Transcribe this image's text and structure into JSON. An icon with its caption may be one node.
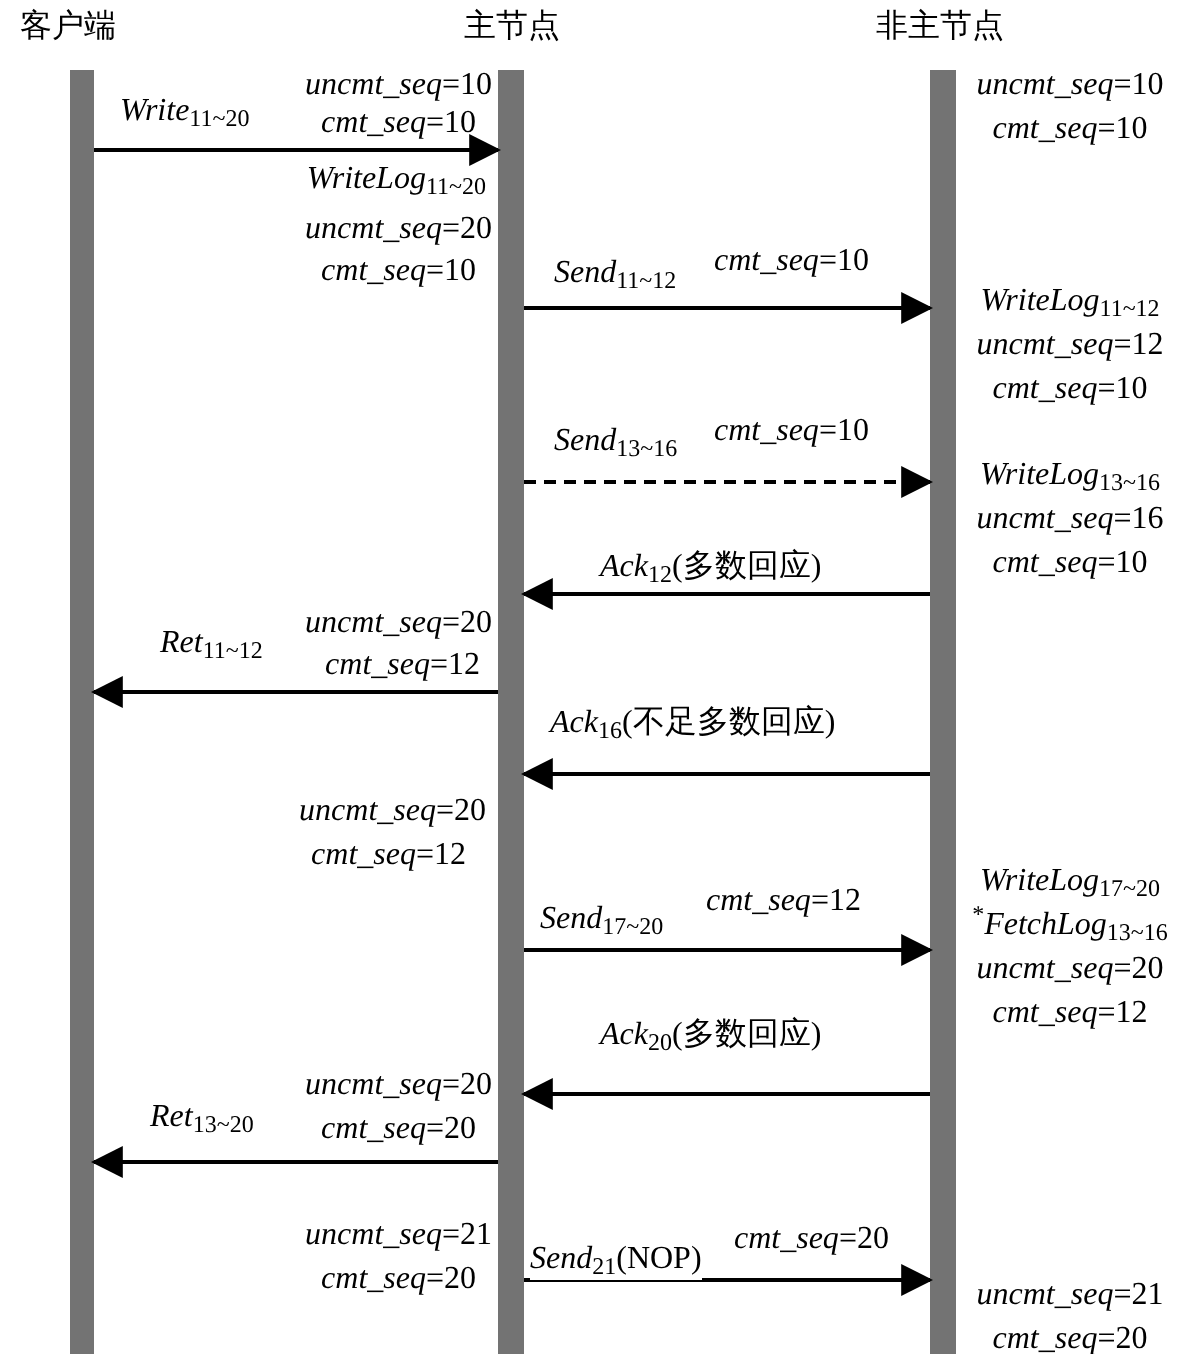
{
  "diagram": {
    "nodes": [
      {
        "text": [
          "客户端"
        ]
      },
      {
        "text": [
          "主节点"
        ]
      },
      {
        "text": [
          "非主节点"
        ]
      }
    ],
    "edges": [
      {
        "from": 0,
        "to": 1,
        "arrow": "to",
        "label": "*Write*$_{11~20}$"
      },
      {
        "from": 1,
        "to": 2,
        "arrow": "to",
        "label": "*Send*$_{11~12}$"
      },
      {
        "from": 1,
        "to": 2,
        "arrow": "to",
        "label": "*Send*$_{13~16}$",
        "style": "dashed"
      },
      {
        "from": 2,
        "to": 1,
        "arrow": "to",
        "label": "*Ack*$_{12}$(多数回应)"
      },
      {
        "from": 1,
        "to": 0,
        "arrow": "to",
        "label": "*Ret*$_{11~12}$"
      },
      {
        "from": 2,
        "to": 1,
        "arrow": "to",
        "label": "*Ack*$_{16}$(不足多数回应)"
      },
      {
        "from": 1,
        "to": 2,
        "arrow": "to",
        "label": "*Send*$_{17~20}$"
      },
      {
        "from": 2,
        "to": 1,
        "arrow": "to",
        "label": "*Ack*$_{20}$(多数回应)"
      },
      {
        "from": 1,
        "to": 0,
        "arrow": "to",
        "label": "*Ret*$_{13~20}$"
      },
      {
        "from": 1,
        "to": 2,
        "arrow": "to",
        "label": "*Send*$_{21}$(NOP)"
      }
    ],
    "labels": [
      "*uncmt_seq*=10",
      "*uncmt_seq*=10",
      "*cmt_seq*=10",
      "*cmt_seq*=10",
      "*WriteLog*$_{11~20}$",
      "*uncmt_seq*=20",
      "*cmt_seq*=10",
      "*cmt_seq*=10",
      "*WriteLog*$_{11~12}$",
      "*uncmt_seq*=12",
      "*cmt_seq*=10",
      "*cmt_seq*=10",
      "*WriteLog*$_{13~16}$",
      "*uncmt_seq*=16",
      "*cmt_seq*=10",
      "*uncmt_seq*=20",
      "*cmt_seq*=12",
      "*uncmt_seq*=20",
      "*cmt_seq*=12",
      "*WriteLog*$_{17~20}$",
      "*cmt_seq*=12",
      "$^{*}$*FetchLog*$_{13~16}$",
      "*uncmt_seq*=20",
      "*cmt_seq*=12",
      "*uncmt_seq*=20",
      "*cmt_seq*=20",
      "*uncmt_seq*=21",
      "*cmt_seq*=20",
      "*cmt_seq*=20",
      "*uncmt_seq*=21",
      "*cmt_seq*=20"
    ]
  }
}
